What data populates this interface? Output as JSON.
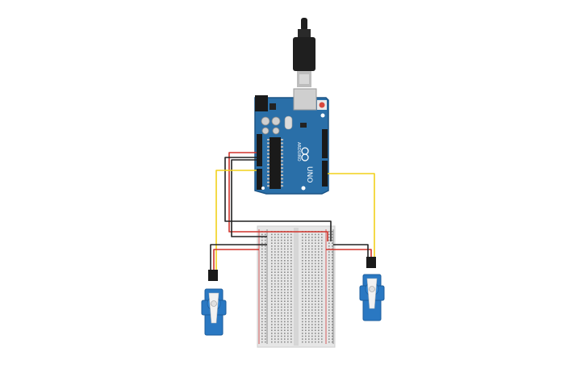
{
  "board": {
    "brand_label": "ARDUINO",
    "model_label": "UNO",
    "body_color": "#2a6fa8",
    "edge_color": "#1c5586"
  },
  "usb_cable": {
    "color": "#222222"
  },
  "breadboard": {
    "body_color": "#e6e6e6",
    "hole_color": "#8a8a8a",
    "rail_red": "#d23b3b",
    "rail_black": "#333333"
  },
  "servos": [
    {
      "name": "servo-left",
      "color": "#2a78c2"
    },
    {
      "name": "servo-right",
      "color": "#2a78c2"
    }
  ],
  "wires": {
    "power_color": "#d0342c",
    "ground_color": "#222222",
    "signal_color": "#f2d11a"
  }
}
